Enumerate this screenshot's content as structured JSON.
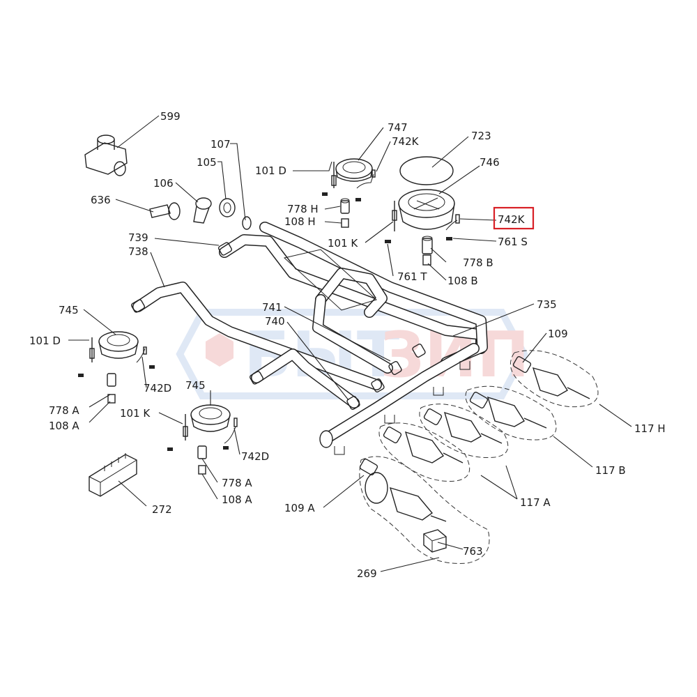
{
  "colors": {
    "line": "#222222",
    "highlight": "#d81f26",
    "watermark_blue": "#dce6f5",
    "watermark_red": "#f6d5d5"
  },
  "watermark": {
    "text_left": "БЫТ",
    "text_right": "ЗИП"
  },
  "highlighted_label": "742K",
  "labels": {
    "l599": "599",
    "l107": "107",
    "l105": "105",
    "l106": "106",
    "l636": "636",
    "l101d_top": "101  D",
    "l747": "747",
    "l742k_top": "742K",
    "l723": "723",
    "l746": "746",
    "l778h": "778  H",
    "l108h": "108  H",
    "l742k_box": "742K",
    "l761s": "761  S",
    "l101k_top": "101  K",
    "l778b": "778  B",
    "l761t": "761  T",
    "l108b": "108  B",
    "l739": "739",
    "l738": "738",
    "l735": "735",
    "l741": "741",
    "l740": "740",
    "l745_left": "745",
    "l101d_left": "101  D",
    "l742d_left": "742D",
    "l778a_left": "778  A",
    "l108a_left": "108  A",
    "l109": "109",
    "l117h": "117  H",
    "l745_mid": "745",
    "l101k_mid": "101  K",
    "l742d_mid": "742D",
    "l778a_mid": "778  A",
    "l108a_mid": "108  A",
    "l117b": "117  B",
    "l117a": "117  A",
    "l109a": "109  A",
    "l272": "272",
    "l763": "763",
    "l269": "269"
  }
}
